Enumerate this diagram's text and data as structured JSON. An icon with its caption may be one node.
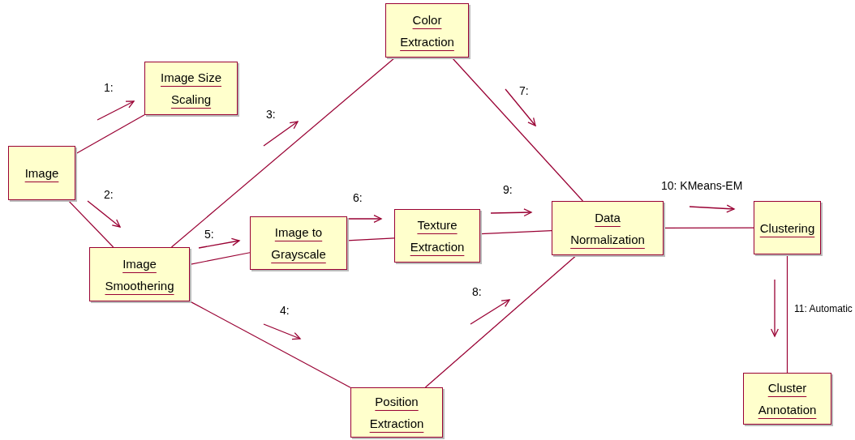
{
  "diagram": {
    "nodes": [
      {
        "text": [
          "Image"
        ]
      },
      {
        "text": [
          "Image Size Scaling"
        ]
      },
      {
        "text": [
          "Color Extraction"
        ]
      },
      {
        "text": [
          "Image Smoothering"
        ]
      },
      {
        "text": [
          "Image to Grayscale"
        ]
      },
      {
        "text": [
          "Texture Extraction"
        ]
      },
      {
        "text": [
          "Data Normalization"
        ]
      },
      {
        "text": [
          "Position Extraction"
        ]
      },
      {
        "text": [
          "Clustering"
        ]
      },
      {
        "text": [
          "Cluster Annotation"
        ]
      }
    ],
    "edges": [
      {
        "from": 0,
        "to": 1,
        "arrow": "none",
        "label": "1:"
      },
      {
        "from": 0,
        "to": 3,
        "arrow": "none",
        "label": "2:"
      },
      {
        "from": 3,
        "to": 2,
        "arrow": "none",
        "label": "3:"
      },
      {
        "from": 3,
        "to": 7,
        "arrow": "none",
        "label": "4:"
      },
      {
        "from": 3,
        "to": 4,
        "arrow": "none",
        "label": "5:"
      },
      {
        "from": 4,
        "to": 5,
        "arrow": "none",
        "label": "6:"
      },
      {
        "from": 2,
        "to": 6,
        "arrow": "none",
        "label": "7:"
      },
      {
        "from": 7,
        "to": 6,
        "arrow": "none",
        "label": "8:"
      },
      {
        "from": 5,
        "to": 6,
        "arrow": "none",
        "label": "9:"
      },
      {
        "from": 6,
        "to": 8,
        "arrow": "none",
        "label": "10: KMeans-EM"
      },
      {
        "from": 8,
        "to": 9,
        "arrow": "none",
        "label": "11: Automatic"
      }
    ]
  }
}
